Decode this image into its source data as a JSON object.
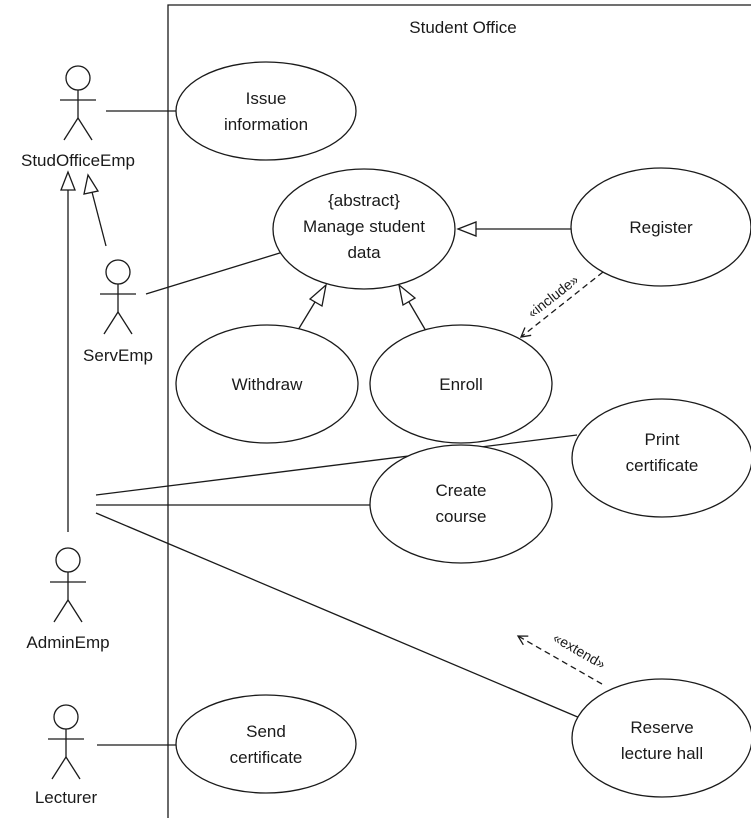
{
  "system": {
    "title": "Student Office"
  },
  "actors": {
    "stud_office_emp": "StudOfficeEmp",
    "serv_emp": "ServEmp",
    "admin_emp": "AdminEmp",
    "lecturer": "Lecturer"
  },
  "use_cases": {
    "issue_information": [
      "Issue",
      "information"
    ],
    "manage_student_data": [
      "{abstract}",
      "Manage student",
      "data"
    ],
    "register": [
      "Register"
    ],
    "withdraw": [
      "Withdraw"
    ],
    "enroll": [
      "Enroll"
    ],
    "print_certificate": [
      "Print",
      "certificate"
    ],
    "create_course": [
      "Create",
      "course"
    ],
    "reserve_lecture_hall": [
      "Reserve",
      "lecture hall"
    ],
    "send_certificate": [
      "Send",
      "certificate"
    ]
  },
  "relations": {
    "include": "«include»",
    "extend": "«extend»"
  }
}
